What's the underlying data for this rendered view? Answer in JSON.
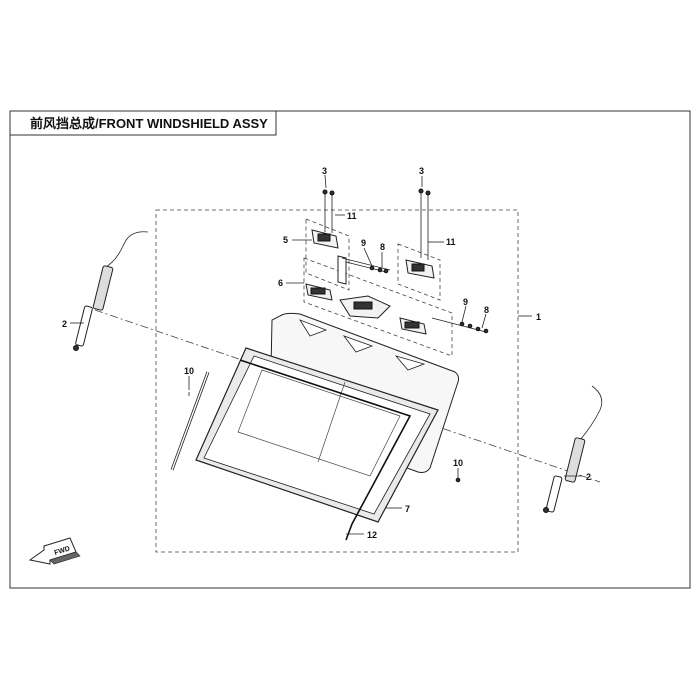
{
  "diagram": {
    "title": "前风挡总成/FRONT WINDSHIELD ASSY",
    "direction_label": "FWD",
    "callouts": {
      "c1": "1",
      "c2_left": "2",
      "c2_right": "2",
      "c3_left": "3",
      "c3_right": "3",
      "c5": "5",
      "c6": "6",
      "c7": "7",
      "c8_top": "8",
      "c8_bottom": "8",
      "c9_top": "9",
      "c9_bottom": "9",
      "c10_left": "10",
      "c10_right": "10",
      "c11_left": "11",
      "c11_right": "11",
      "c12": "12"
    }
  }
}
